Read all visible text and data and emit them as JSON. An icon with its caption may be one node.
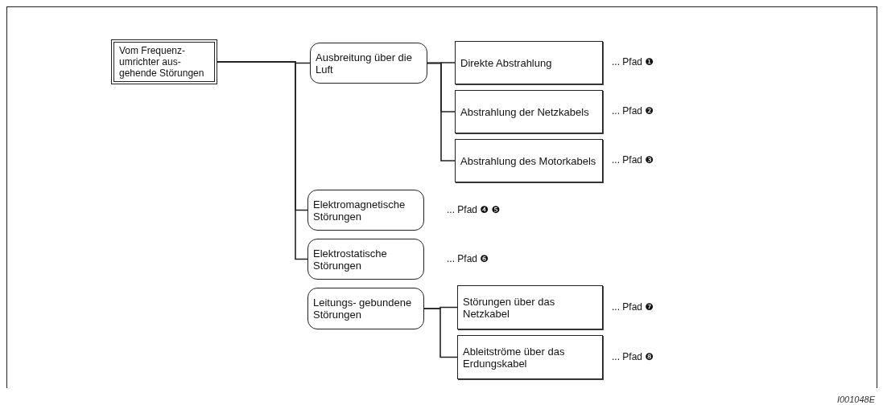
{
  "diagram": {
    "nodes": [
      {
        "text": [
          "Vom Frequenz- umrichter aus- gehende Störungen"
        ]
      },
      {
        "text": [
          "Ausbreitung über die Luft"
        ]
      },
      {
        "text": [
          "Direkte Abstrahlung"
        ],
        "beside": [
          "... Pfad ❶"
        ]
      },
      {
        "text": [
          "Abstrahlung der Netzkabels"
        ],
        "beside": [
          "... Pfad ❷"
        ]
      },
      {
        "text": [
          "Abstrahlung des Motorkabels"
        ],
        "beside": [
          "... Pfad ❸"
        ]
      },
      {
        "text": [
          "Elektromagnetische Störungen"
        ],
        "beside": [
          "... Pfad ❹ ❺"
        ]
      },
      {
        "text": [
          "Elektrostatische Störungen"
        ],
        "beside": [
          "... Pfad ❻"
        ]
      },
      {
        "text": [
          "Leitungs- gebundene Störungen"
        ]
      },
      {
        "text": [
          "Störungen über das Netzkabel"
        ],
        "beside": [
          "... Pfad ❼"
        ]
      },
      {
        "text": [
          "Ableitströme über das Erdungskabel"
        ],
        "beside": [
          "... Pfad ❽"
        ]
      }
    ],
    "edges": [
      {
        "from": 0,
        "to": 1,
        "arrow": "none"
      },
      {
        "from": 0,
        "to": 5,
        "arrow": "none"
      },
      {
        "from": 0,
        "to": 6,
        "arrow": "none"
      },
      {
        "from": 1,
        "to": 2,
        "arrow": "none"
      },
      {
        "from": 1,
        "to": 3,
        "arrow": "none"
      },
      {
        "from": 1,
        "to": 4,
        "arrow": "none"
      },
      {
        "from": 7,
        "to": 8,
        "arrow": "none"
      },
      {
        "from": 7,
        "to": 9,
        "arrow": "none"
      }
    ],
    "labels": [
      "I001048E"
    ]
  }
}
